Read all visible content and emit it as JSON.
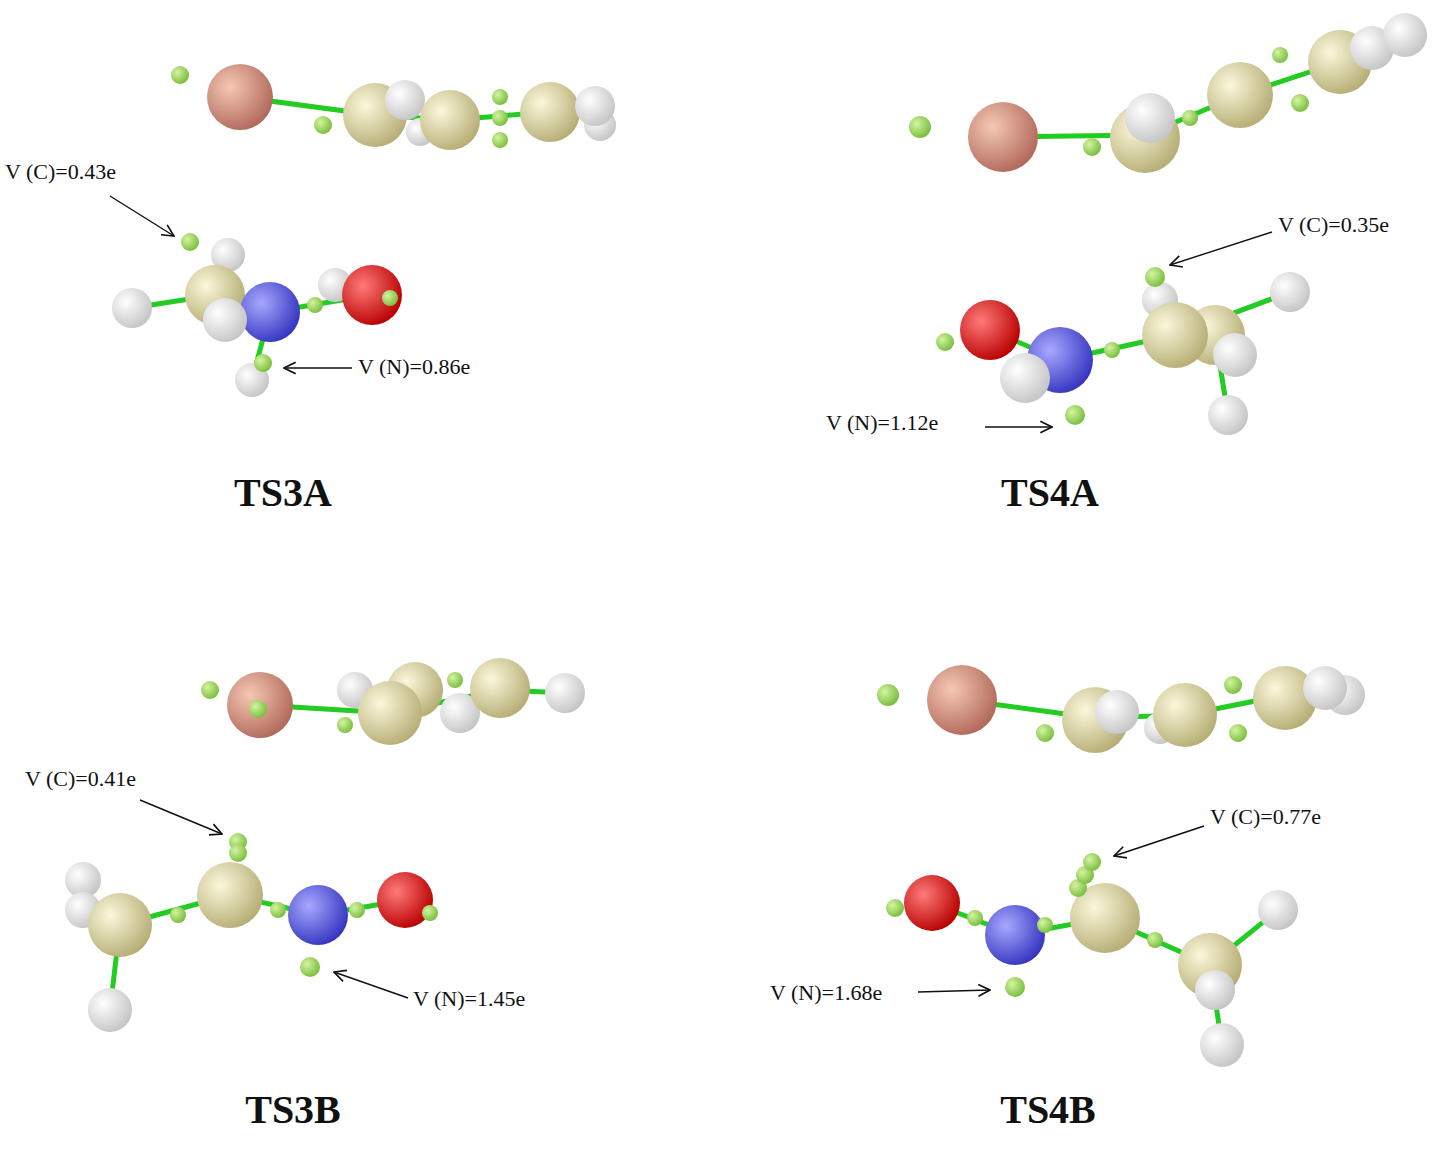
{
  "diagram": {
    "labels": [
      "V (C)=0.43e",
      "V (N)=0.86e",
      "TS3A",
      "V (C)=0.35e",
      "V (N)=1.12e",
      "TS4A",
      "V (C)=0.41e",
      "V (N)=1.45e",
      "TS3B",
      "V (C)=0.77e",
      "V (N)=1.68e",
      "TS4B"
    ]
  }
}
